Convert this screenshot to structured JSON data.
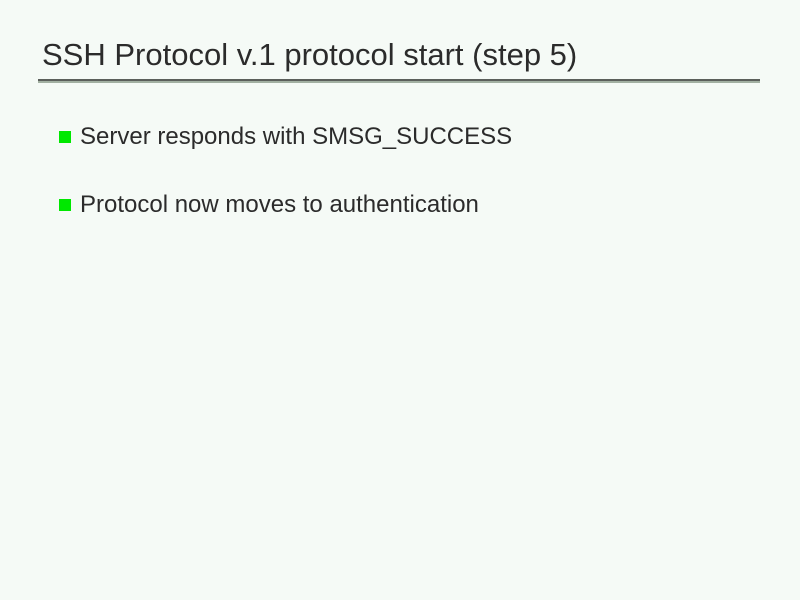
{
  "slide": {
    "title": "SSH Protocol v.1 protocol start (step 5)",
    "bullets": [
      {
        "text": "Server responds with SMSG_SUCCESS",
        "marker": "green-square-bullet"
      },
      {
        "text": "Protocol now moves to authentication",
        "marker": "green-square-bullet"
      }
    ],
    "colors": {
      "background": "#f5faf6",
      "title_text": "#2b2b2b",
      "body_text": "#2b2b2b",
      "bullet_marker": "#00e800",
      "rule_dark": "#5b5f5b",
      "rule_light": "#a2b0a2"
    }
  }
}
